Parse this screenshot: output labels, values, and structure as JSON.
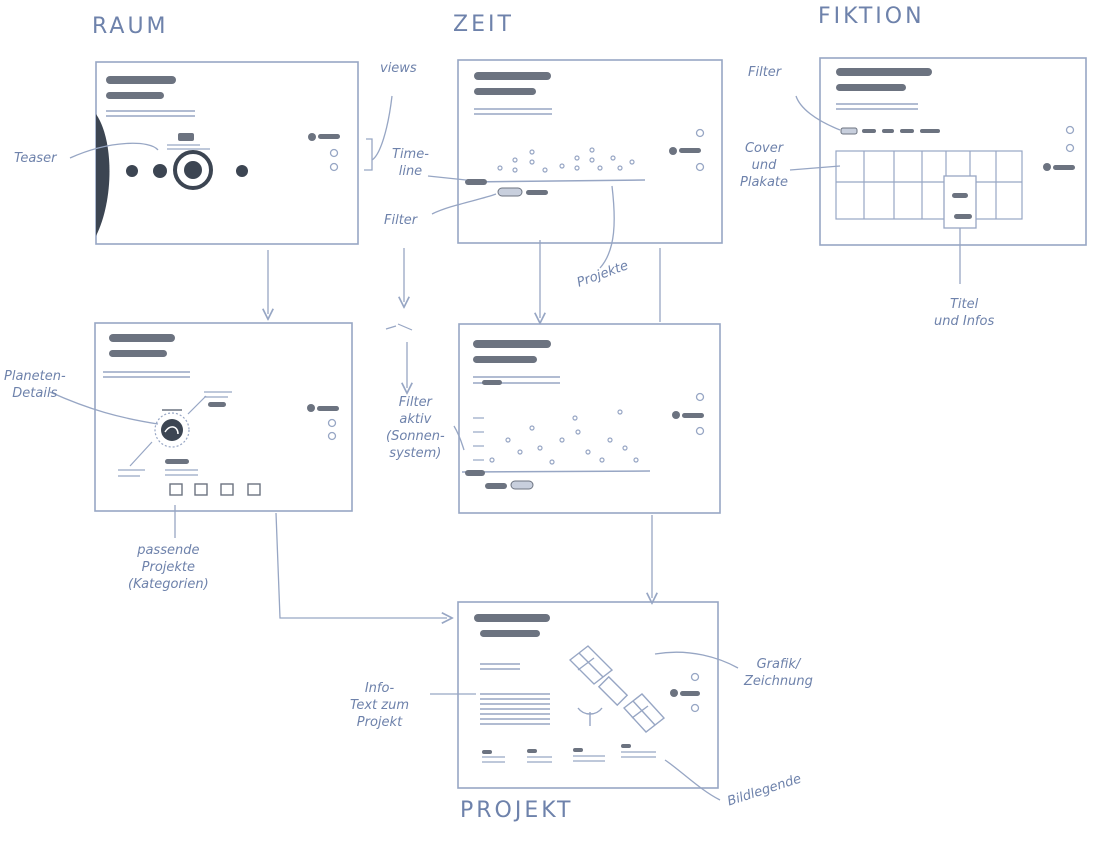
{
  "headings": {
    "raum": "RAUM",
    "zeit": "ZEIT",
    "fiktion": "FIKTION",
    "projekt": "PROJEKT"
  },
  "annotations": {
    "views": "views",
    "teaser": "Teaser",
    "timeline": "Time-\nline",
    "filter_zeit": "Filter",
    "projekte": "Projekte",
    "filter_fiktion": "Filter",
    "cover": "Cover\nund\nPlakate",
    "titel": "Titel\nund Infos",
    "planeten": "Planeten-\nDetails",
    "filter_aktiv": "Filter\naktiv\n(Sonnen-\nsystem)",
    "passende": "passende\nProjekte\n(Kategorien)",
    "infotext": "Info-\nText zum\nProjekt",
    "grafik": "Grafik/\nZeichnung",
    "bildlegende": "Bildlegende"
  },
  "colors": {
    "ink": "#6e82ab",
    "line": "#97a6c4",
    "dark": "#3c4552",
    "gray": "#6c7380"
  }
}
